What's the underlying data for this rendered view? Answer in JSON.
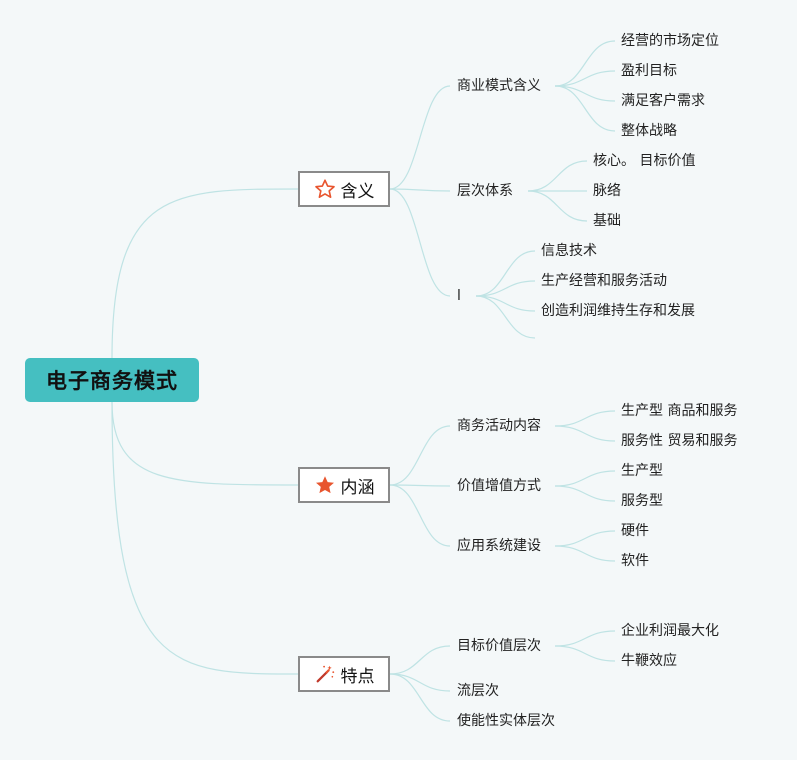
{
  "root": {
    "label": "电子商务模式"
  },
  "topics": [
    {
      "label": "含义",
      "icon": "star-outline-icon",
      "children": [
        {
          "label": "商业模式含义",
          "children": [
            "经营的市场定位",
            "盈利目标",
            "满足客户需求",
            "整体战略"
          ]
        },
        {
          "label": "层次体系",
          "children": [
            "核心。 目标价值",
            "脉络",
            "基础"
          ]
        },
        {
          "label": "l",
          "children": [
            "信息技术",
            "生产经营和服务活动",
            "创造利润维持生存和发展",
            ""
          ]
        }
      ]
    },
    {
      "label": "内涵",
      "icon": "star-filled-icon",
      "children": [
        {
          "label": "商务活动内容",
          "children": [
            "生产型 商品和服务",
            "服务性 贸易和服务"
          ]
        },
        {
          "label": "价值增值方式",
          "children": [
            "生产型",
            "服务型"
          ]
        },
        {
          "label": "应用系统建设",
          "children": [
            "硬件",
            "软件"
          ]
        }
      ]
    },
    {
      "label": "特点",
      "icon": "magic-wand-icon",
      "children": [
        {
          "label": "目标价值层次",
          "children": [
            "企业利润最大化",
            "牛鞭效应"
          ]
        },
        {
          "label": "流层次",
          "children": []
        },
        {
          "label": "使能性实体层次",
          "children": []
        }
      ]
    }
  ],
  "colors": {
    "root": "#45bfc1",
    "link": "#bfe3e4",
    "icon": "#e8552f",
    "background": "#f4f8f9"
  }
}
